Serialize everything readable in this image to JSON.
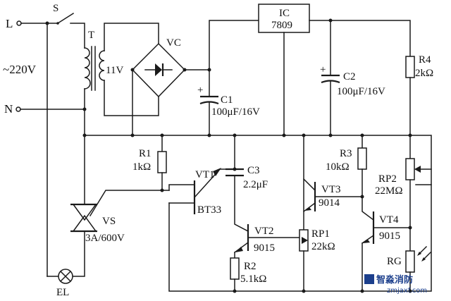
{
  "mains": {
    "line_label": "L",
    "neutral_label": "N",
    "voltage_label": "~220V"
  },
  "switch": {
    "label": "S"
  },
  "transformer": {
    "label": "T",
    "secondary_label": "11V"
  },
  "bridge": {
    "label": "VC"
  },
  "ic": {
    "name": "IC",
    "part": "7809"
  },
  "c1": {
    "label": "C1",
    "value": "100μF/16V"
  },
  "c2": {
    "label": "C2",
    "value": "100μF/16V"
  },
  "c3": {
    "label": "C3",
    "value": "2.2μF"
  },
  "r1": {
    "label": "R1",
    "value": "1kΩ"
  },
  "r2": {
    "label": "R2",
    "value": "5.1kΩ"
  },
  "r3": {
    "label": "R3",
    "value": "10kΩ"
  },
  "r4": {
    "label": "R4",
    "value": "2kΩ"
  },
  "rp1": {
    "label": "RP1",
    "value": "22kΩ"
  },
  "rp2": {
    "label": "RP2",
    "value": "22MΩ"
  },
  "vt1": {
    "label": "VT1",
    "part": "BT33"
  },
  "vt2": {
    "label": "VT2",
    "part": "9015"
  },
  "vt3": {
    "label": "VT3",
    "part": "9014"
  },
  "vt4": {
    "label": "VT4",
    "part": "9015"
  },
  "vs": {
    "label": "VS",
    "rating": "3A/600V"
  },
  "lamp": {
    "label": "EL"
  },
  "rg": {
    "label": "RG"
  },
  "watermark": {
    "name": "智淼消防",
    "url": "zmjaxf.com"
  }
}
